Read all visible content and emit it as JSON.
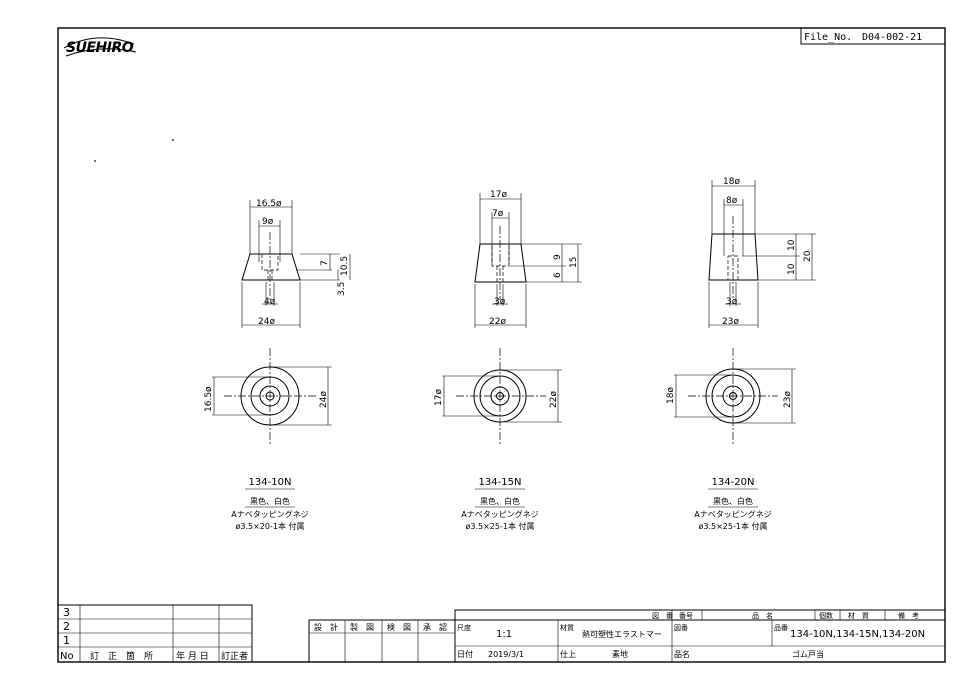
{
  "file_no_label": "File_No.",
  "file_no": "D04-002-21",
  "logo": "SUEHIRO",
  "products": [
    {
      "model": "134-10N",
      "color": "黒色、白色",
      "screw": "Aナベタッピングネジ",
      "attach": "ø3.5×20-1本 付属",
      "dims": {
        "top": "16.5ø",
        "hole": "9ø",
        "h1": "7",
        "h2": "10.5",
        "h3": "3.5",
        "small": "4ø",
        "bottom": "24ø",
        "outer": "24ø",
        "inner": "16.5ø"
      }
    },
    {
      "model": "134-15N",
      "color": "黒色、白色",
      "screw": "Aナベタッピングネジ",
      "attach": "ø3.5×25-1本 付属",
      "dims": {
        "top": "17ø",
        "hole": "7ø",
        "h1": "9",
        "h2": "15",
        "h3": "6",
        "small": "3ø",
        "bottom": "22ø",
        "outer": "22ø",
        "inner": "17ø"
      }
    },
    {
      "model": "134-20N",
      "color": "黒色、白色",
      "screw": "Aナベタッピングネジ",
      "attach": "ø3.5×25-1本 付属",
      "dims": {
        "top": "18ø",
        "hole": "8ø",
        "h1": "10",
        "h2": "20",
        "h3": "10",
        "small": "3ø",
        "bottom": "23ø",
        "outer": "23ø",
        "inner": "18ø"
      }
    }
  ],
  "revision": {
    "rows": [
      "3",
      "2",
      "1"
    ],
    "header": {
      "no": "No",
      "place": "訂　正　箇　所",
      "date": "年 月 日",
      "corrector": "訂正者"
    }
  },
  "title_block": {
    "design": "設　計",
    "drafting": "製　図",
    "check": "検　図",
    "approve": "承　認",
    "scale_label": "尺度",
    "scale": "1:1",
    "date_label": "日付",
    "date": "2019/3/1",
    "material_label": "材質",
    "material": "熱可塑性エラストマー",
    "finish_label": "仕上",
    "finish": "素地",
    "drawing_label": "図番",
    "product_label": "品名",
    "product_name": "ゴム戸当",
    "part_no_label": "品番",
    "part_no": "134-10N,134-15N,134-20N",
    "bom_headers": [
      "図　番",
      "番号",
      "品　名",
      "個数",
      "材　質",
      "備　考"
    ]
  }
}
